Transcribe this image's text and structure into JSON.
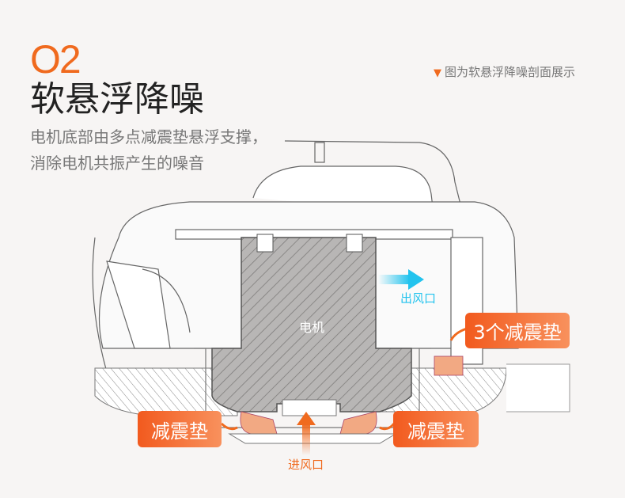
{
  "header": {
    "number": "O2",
    "title": "软悬浮降噪",
    "subtitle_lines": [
      "电机底部由多点减震垫悬浮支撑，",
      "消除电机共振产生的噪音"
    ],
    "note": "图为软悬浮降噪剖面展示",
    "note_icon": "triangle-down-icon"
  },
  "diagram": {
    "motor_label": "电机",
    "outlet_label": "出风口",
    "inlet_label": "进风口",
    "callout_right_top": "3个减震垫",
    "callout_left": "减震垫",
    "callout_right": "减震垫"
  },
  "colors": {
    "accent": "#f06a1e",
    "outlet": "#22c3ee",
    "pad": "#f2a983",
    "motor": "#b5b3b2"
  }
}
